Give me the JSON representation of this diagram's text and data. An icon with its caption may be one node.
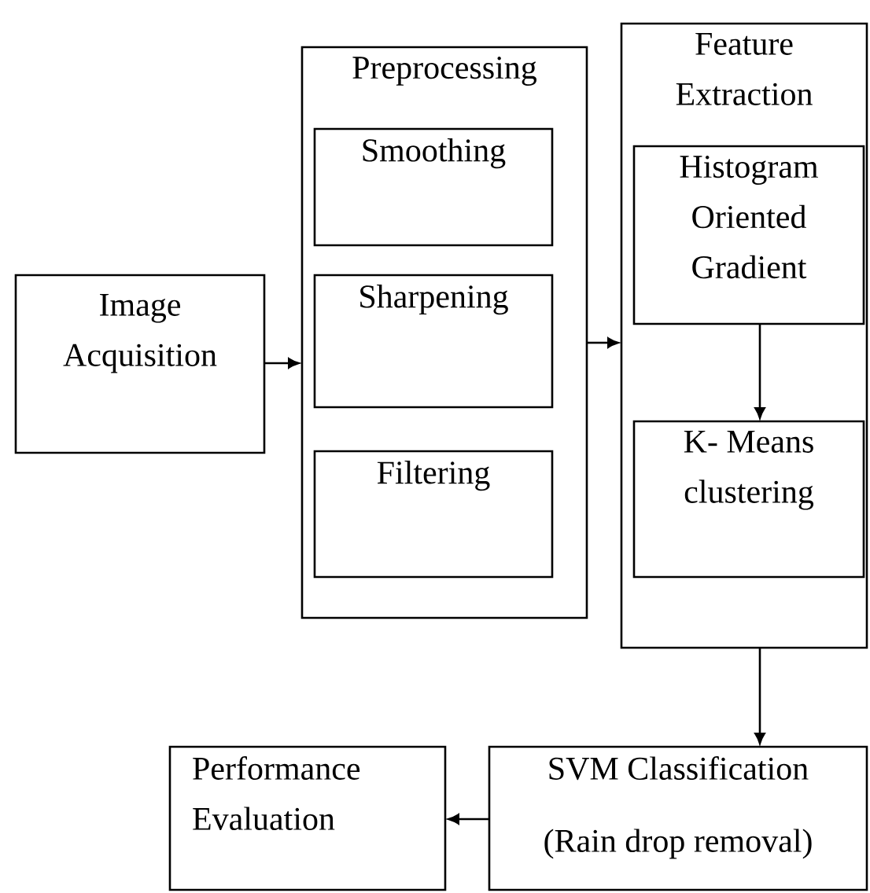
{
  "diagram": {
    "nodes": [
      {
        "text": [
          "Image Acquisition"
        ]
      },
      {
        "text": [
          "Preprocessing"
        ]
      },
      {
        "text": [
          "Smoothing"
        ],
        "in": 1
      },
      {
        "text": [
          "Sharpening"
        ],
        "in": 1
      },
      {
        "text": [
          "Filtering"
        ],
        "in": 1
      },
      {
        "text": [
          "Feature Extraction"
        ]
      },
      {
        "text": [
          "Histogram Oriented Gradient"
        ],
        "in": 5
      },
      {
        "text": [
          "K- Means clustering"
        ],
        "in": 5
      },
      {
        "text": [
          "Performance Evaluation"
        ]
      },
      {
        "text": [
          "SVM Classification",
          "(Rain drop removal)"
        ]
      }
    ],
    "edges": [
      {
        "from": 0,
        "to": 1,
        "arrow": "to"
      },
      {
        "from": 1,
        "to": 5,
        "arrow": "to"
      },
      {
        "from": 6,
        "to": 7,
        "arrow": "to"
      },
      {
        "from": 5,
        "to": 9,
        "arrow": "to"
      },
      {
        "from": 9,
        "to": 8,
        "arrow": "to"
      }
    ]
  }
}
